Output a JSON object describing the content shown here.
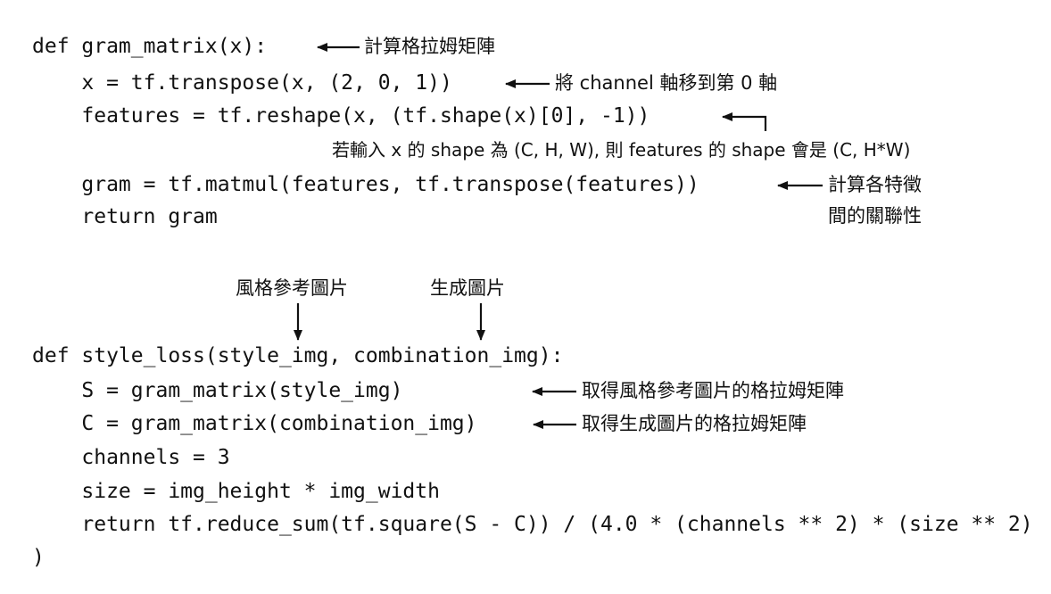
{
  "gram_block": {
    "line1": "def gram_matrix(x):",
    "line2": "    x = tf.transpose(x, (2, 0, 1))",
    "line3": "    features = tf.reshape(x, (tf.shape(x)[0], -1))",
    "line4": "    gram = tf.matmul(features, tf.transpose(features))",
    "line5": "    return gram"
  },
  "gram_notes": {
    "note1": "計算格拉姆矩陣",
    "note2": "將 channel 軸移到第 0 軸",
    "note3": "若輸入 x 的 shape 為 (C, H, W), 則 features 的 shape 會是 (C, H*W)",
    "note4a": "計算各特徵",
    "note4b": "間的關聯性"
  },
  "param_notes": {
    "style_ref": "風格參考圖片",
    "generated": "生成圖片"
  },
  "style_block": {
    "line1": "def style_loss(style_img, combination_img):",
    "line2": "    S = gram_matrix(style_img)",
    "line3": "    C = gram_matrix(combination_img)",
    "line4": "    channels = 3",
    "line5": "    size = img_height * img_width",
    "line6": "    return tf.reduce_sum(tf.square(S - C)) / (4.0 * (channels ** 2) * (size ** 2)",
    "line7": ")"
  },
  "style_notes": {
    "note1": "取得風格參考圖片的格拉姆矩陣",
    "note2": "取得生成圖片的格拉姆矩陣"
  },
  "colors": {
    "text": "#111111",
    "background": "#ffffff"
  }
}
